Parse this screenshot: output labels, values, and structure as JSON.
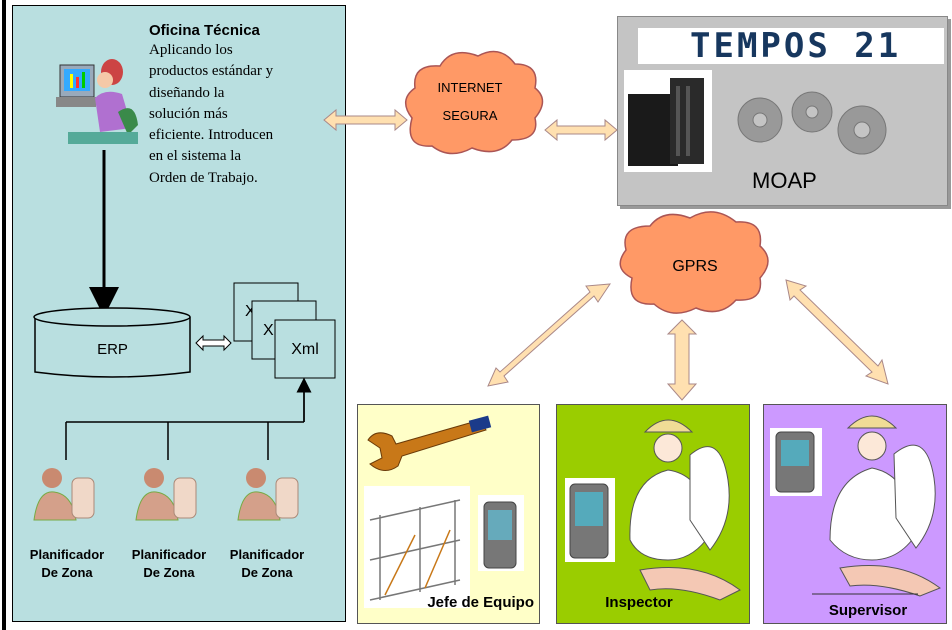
{
  "oficina": {
    "title": "Oficina Técnica",
    "description_lines": [
      "Aplicando los",
      "productos estándar y",
      "diseñando la",
      "solución  más",
      "eficiente. Introducen",
      "en el sistema la",
      "Orden de Trabajo."
    ]
  },
  "erp": {
    "label": "ERP"
  },
  "xml": {
    "label": "Xml"
  },
  "planificadores": [
    {
      "line1": "Planificador",
      "line2": "De Zona"
    },
    {
      "line1": "Planificador",
      "line2": "De Zona"
    },
    {
      "line1": "Planificador",
      "line2": "De Zona"
    }
  ],
  "internet": {
    "line1": "INTERNET",
    "line2": "SEGURA"
  },
  "gprs": {
    "label": "GPRS"
  },
  "tempos": {
    "logo_text": "TEMPOS 21"
  },
  "moap": {
    "label": "MOAP"
  },
  "roles": {
    "jefe": "Jefe de Equipo",
    "inspector": "Inspector",
    "supervisor": "Supervisor"
  },
  "colors": {
    "left_panel": "#b9dfe0",
    "cloud": "#ff9966",
    "arrow_fill": "#ffe0b0",
    "jefe_bg": "#ffffc8",
    "inspector_bg": "#9acd00",
    "supervisor_bg": "#cc99ff",
    "moap_bg": "#c4c4c4"
  }
}
